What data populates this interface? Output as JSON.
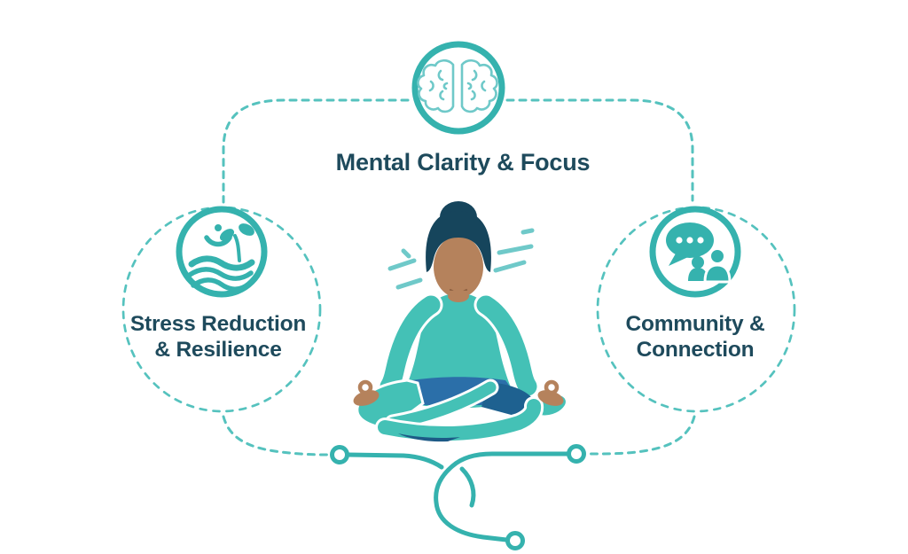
{
  "nodes": {
    "top": {
      "label": "Mental Clarity & Focus",
      "icon": "brain-icon"
    },
    "left": {
      "lines": [
        "Stress Reduction",
        "& Resilience"
      ],
      "icon": "nature-waves-icon"
    },
    "right": {
      "lines": [
        "Community &",
        "Connection"
      ],
      "icon": "chat-people-icon"
    }
  },
  "figure": {
    "name": "meditating-person"
  },
  "palette": {
    "teal": "#35b2ae",
    "tealDash": "#55c2be",
    "tealLight": "#6fc9c9",
    "navy": "#1e4a5c",
    "hair": "#16455c",
    "skin": "#b5825c",
    "skinShade": "#8f6243",
    "shirt": "#44c1b6",
    "pants": "#2b6fa9",
    "pantsDark": "#1e6190",
    "pantsNavy": "#1d5a86"
  }
}
